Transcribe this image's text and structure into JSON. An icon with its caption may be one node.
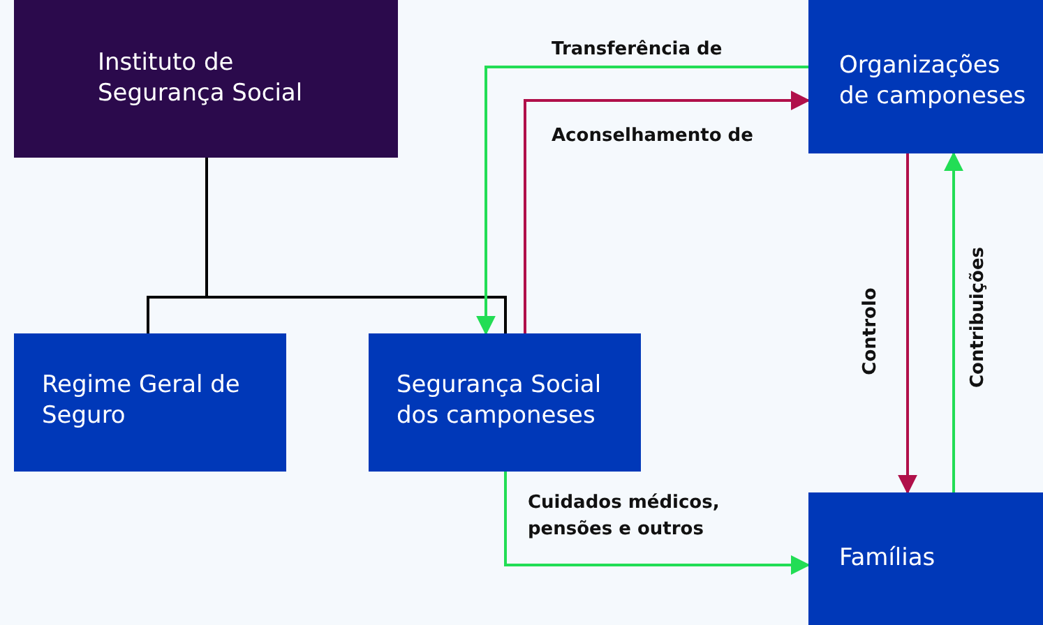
{
  "diagram": {
    "nodes": [
      {
        "text": [
          "Instituto de Segurança Social"
        ]
      },
      {
        "text": [
          "Regime Geral de Seguro"
        ]
      },
      {
        "text": [
          "Segurança Social dos camponeses"
        ]
      },
      {
        "text": [
          "Organizações de camponeses"
        ]
      },
      {
        "text": [
          "Famílias"
        ]
      }
    ],
    "edges": [
      {
        "from": 0,
        "to": 1,
        "arrow": "none",
        "color": "#000000"
      },
      {
        "from": 0,
        "to": 2,
        "arrow": "none",
        "color": "#000000"
      },
      {
        "from": 3,
        "to": 2,
        "arrow": "to",
        "label": "Transferência de",
        "color": "#22dd55"
      },
      {
        "from": 2,
        "to": 3,
        "arrow": "to",
        "label": "Aconselhamento de",
        "color": "#b0104a"
      },
      {
        "from": 3,
        "to": 4,
        "arrow": "to",
        "label": "Controlo",
        "color": "#b0104a"
      },
      {
        "from": 4,
        "to": 3,
        "arrow": "to",
        "label": "Contribuições",
        "color": "#22dd55"
      },
      {
        "from": 2,
        "to": 4,
        "arrow": "to",
        "label": "Cuidados médicos, pensões e outros",
        "color": "#22dd55"
      }
    ]
  }
}
